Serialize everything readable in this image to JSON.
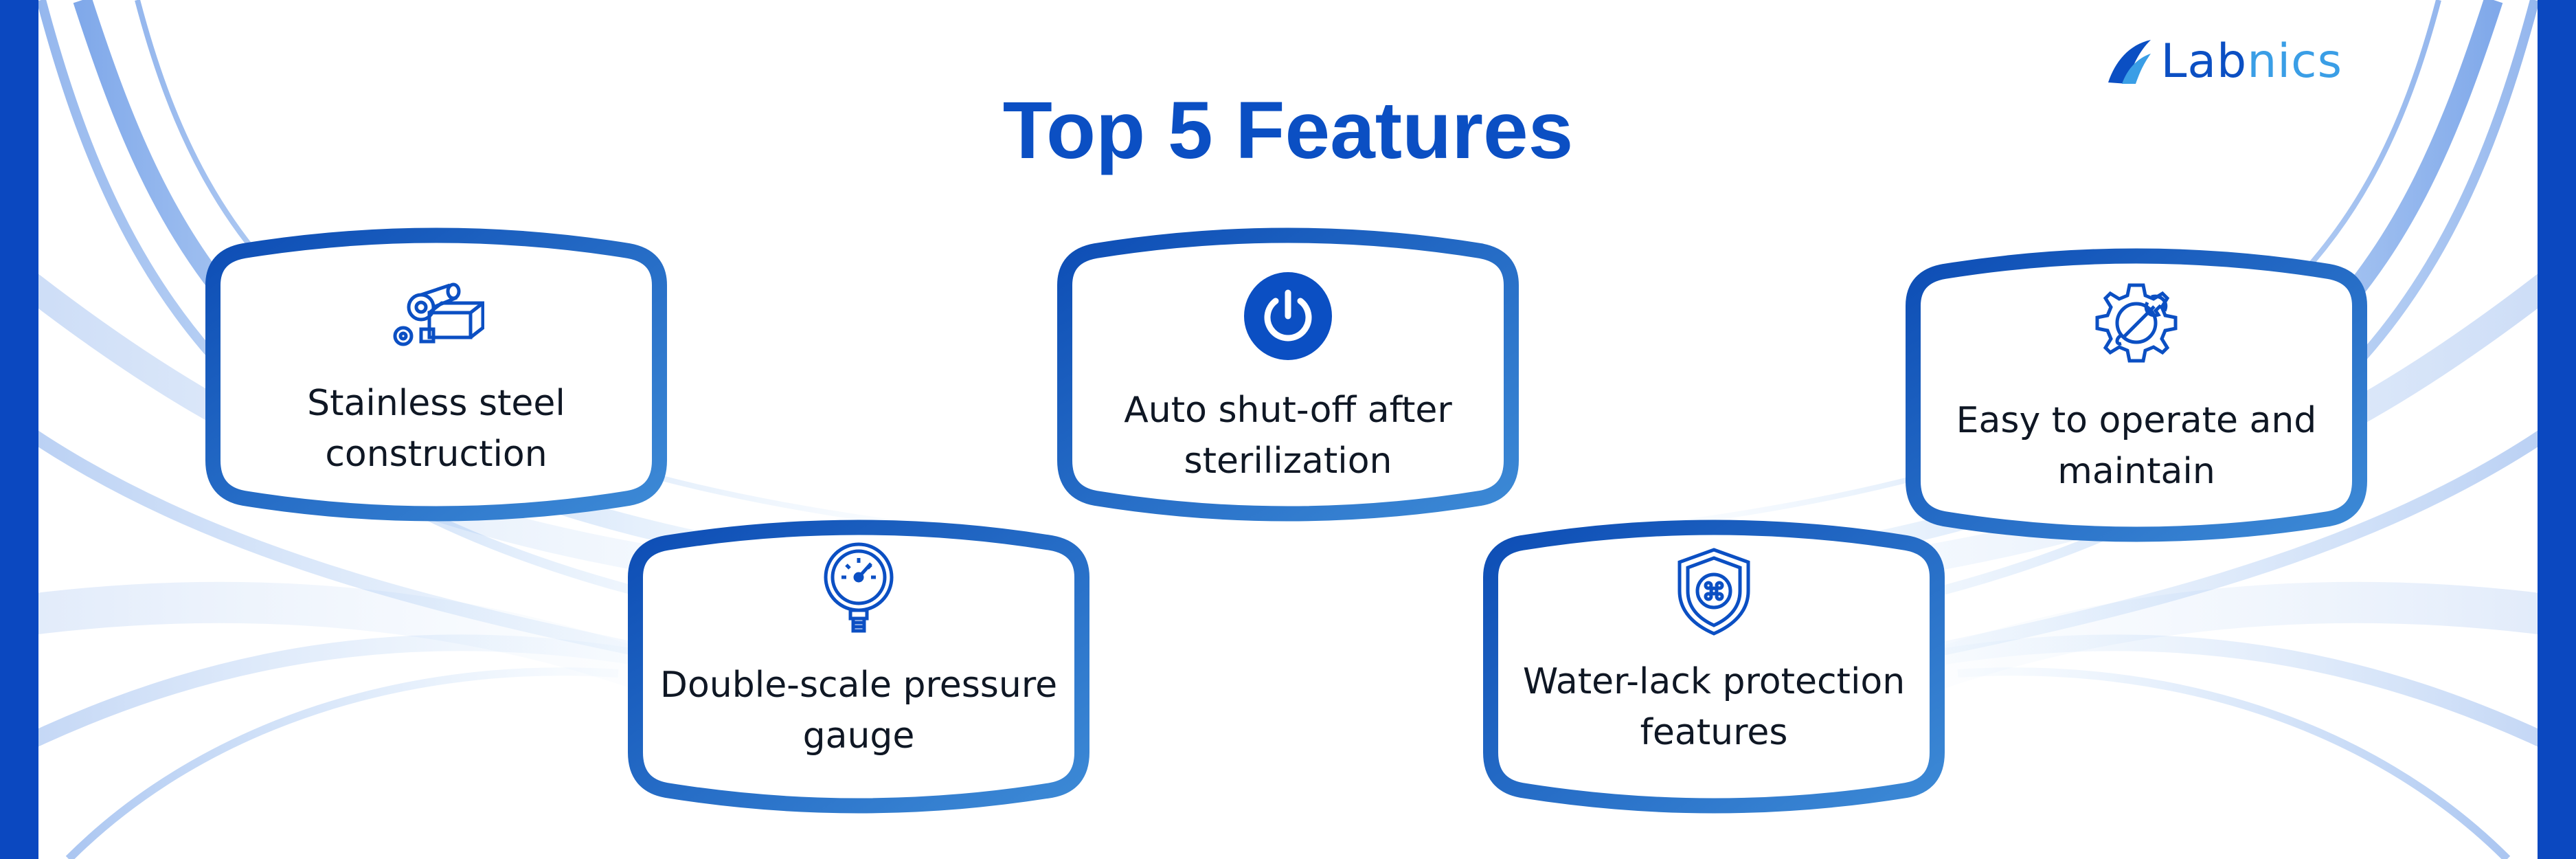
{
  "title": "Top 5 Features",
  "brand": {
    "name_part1": "Lab",
    "name_part2": "nics",
    "logo_icon": "labnics-swoosh-icon",
    "colors": {
      "primary": "#0b4fc3",
      "accent": "#3a9ee6"
    }
  },
  "features": [
    {
      "label": "Stainless steel construction",
      "icon": "steel-pipes-icon"
    },
    {
      "label": "Double-scale pressure gauge",
      "icon": "pressure-gauge-icon"
    },
    {
      "label": "Auto shut-off after sterilization",
      "icon": "power-icon"
    },
    {
      "label": "Water-lack protection features",
      "icon": "shield-icon"
    },
    {
      "label": "Easy to operate and maintain",
      "icon": "gear-wrench-icon"
    }
  ],
  "colors": {
    "frame_dark": "#0d4db5",
    "frame_light": "#3d8ad6",
    "text": "#0f1724",
    "background_swirl": "#2a7fe0"
  }
}
